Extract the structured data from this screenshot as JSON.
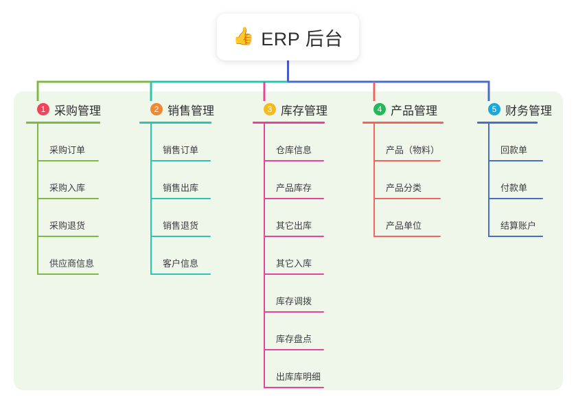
{
  "diagram": {
    "type": "mind-map",
    "title": "ERP 后台",
    "root": {
      "icon": "thumbs-up-icon",
      "glyph": "👍",
      "label": "ERP 后台"
    },
    "panel_color": "#eef7e9",
    "stem_color": "#4a5ac4",
    "branches": [
      {
        "number": "1",
        "badge_color": "#f0445a",
        "line_color": "#7fb846",
        "title": "采购管理",
        "items": [
          "采购订单",
          "采购入库",
          "采购退货",
          "供应商信息"
        ]
      },
      {
        "number": "2",
        "badge_color": "#f08731",
        "line_color": "#2bc4ae",
        "title": "销售管理",
        "items": [
          "销售订单",
          "销售出库",
          "销售退货",
          "客户信息"
        ]
      },
      {
        "number": "3",
        "badge_color": "#f5bb1d",
        "line_color": "#e8439a",
        "title": "库存管理",
        "items": [
          "仓库信息",
          "产品库存",
          "其它出库",
          "其它入库",
          "库存调拨",
          "库存盘点",
          "出库库明细"
        ]
      },
      {
        "number": "4",
        "badge_color": "#21b95a",
        "line_color": "#f2635f",
        "title": "产品管理",
        "items": [
          "产品（物料）",
          "产品分类",
          "产品单位"
        ]
      },
      {
        "number": "5",
        "badge_color": "#19a8dd",
        "line_color": "#4a6bc8",
        "title": "财务管理",
        "items": [
          "回款单",
          "付款单",
          "结算账户"
        ]
      }
    ]
  }
}
